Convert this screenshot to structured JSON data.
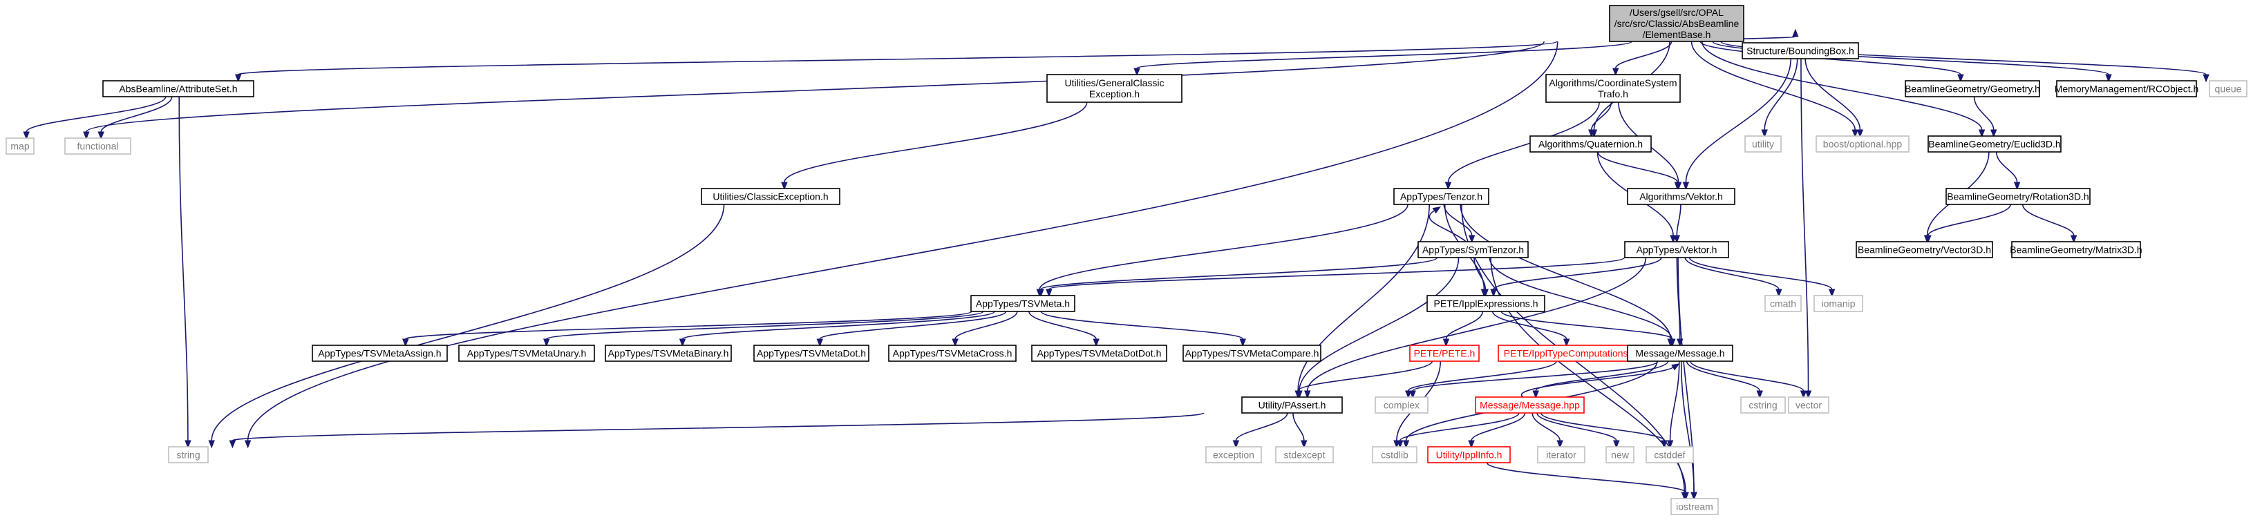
{
  "colors": {
    "edge": "#191970",
    "root_fill": "#bfbfbf",
    "border": "#000000",
    "system_border": "#bfbfbf",
    "truncated": "#ff0000"
  },
  "nodes": [
    {
      "id": "root",
      "label": "/Users/gsell/src/OPAL\n/src/src/Classic/AbsBeamline\n/ElementBase.h",
      "kind": "root"
    },
    {
      "id": "map",
      "label": "map",
      "kind": "system"
    },
    {
      "id": "attrset",
      "label": "AbsBeamline/AttributeSet.h",
      "kind": "file"
    },
    {
      "id": "functional",
      "label": "functional",
      "kind": "system"
    },
    {
      "id": "string",
      "label": "string",
      "kind": "system"
    },
    {
      "id": "genexc",
      "label": "Utilities/GeneralClassic\nException.h",
      "kind": "file"
    },
    {
      "id": "clsexc",
      "label": "Utilities/ClassicException.h",
      "kind": "file"
    },
    {
      "id": "coordtrafo",
      "label": "Algorithms/CoordinateSystem\nTrafo.h",
      "kind": "file"
    },
    {
      "id": "quaternion",
      "label": "Algorithms/Quaternion.h",
      "kind": "file"
    },
    {
      "id": "algvektor",
      "label": "Algorithms/Vektor.h",
      "kind": "file"
    },
    {
      "id": "tenzor",
      "label": "AppTypes/Tenzor.h",
      "kind": "file"
    },
    {
      "id": "symtenzor",
      "label": "AppTypes/SymTenzor.h",
      "kind": "file"
    },
    {
      "id": "appvektor",
      "label": "AppTypes/Vektor.h",
      "kind": "file"
    },
    {
      "id": "tsvmeta",
      "label": "AppTypes/TSVMeta.h",
      "kind": "file"
    },
    {
      "id": "tsvassign",
      "label": "AppTypes/TSVMetaAssign.h",
      "kind": "file"
    },
    {
      "id": "tsvunary",
      "label": "AppTypes/TSVMetaUnary.h",
      "kind": "file"
    },
    {
      "id": "tsvbinary",
      "label": "AppTypes/TSVMetaBinary.h",
      "kind": "file"
    },
    {
      "id": "tsvdot",
      "label": "AppTypes/TSVMetaDot.h",
      "kind": "file"
    },
    {
      "id": "tsvcross",
      "label": "AppTypes/TSVMetaCross.h",
      "kind": "file"
    },
    {
      "id": "tsvdotdot",
      "label": "AppTypes/TSVMetaDotDot.h",
      "kind": "file"
    },
    {
      "id": "tsvcompare",
      "label": "AppTypes/TSVMetaCompare.h",
      "kind": "file"
    },
    {
      "id": "ipplexpr",
      "label": "PETE/IpplExpressions.h",
      "kind": "file"
    },
    {
      "id": "pete",
      "label": "PETE/PETE.h",
      "kind": "truncated"
    },
    {
      "id": "ippltypecomp",
      "label": "PETE/IpplTypeComputations.h",
      "kind": "truncated"
    },
    {
      "id": "message",
      "label": "Message/Message.h",
      "kind": "file"
    },
    {
      "id": "messagehpp",
      "label": "Message/Message.hpp",
      "kind": "truncated"
    },
    {
      "id": "ipplinfo",
      "label": "Utility/IpplInfo.h",
      "kind": "truncated"
    },
    {
      "id": "passert",
      "label": "Utility/PAssert.h",
      "kind": "file"
    },
    {
      "id": "exception",
      "label": "exception",
      "kind": "system"
    },
    {
      "id": "stdexcept",
      "label": "stdexcept",
      "kind": "system"
    },
    {
      "id": "complex",
      "label": "complex",
      "kind": "system"
    },
    {
      "id": "cstring",
      "label": "cstring",
      "kind": "system"
    },
    {
      "id": "cstdlib",
      "label": "cstdlib",
      "kind": "system"
    },
    {
      "id": "iterator",
      "label": "iterator",
      "kind": "system"
    },
    {
      "id": "new",
      "label": "new",
      "kind": "system"
    },
    {
      "id": "cstddef",
      "label": "cstddef",
      "kind": "system"
    },
    {
      "id": "vector",
      "label": "vector",
      "kind": "system"
    },
    {
      "id": "iostream",
      "label": "iostream",
      "kind": "system"
    },
    {
      "id": "cmath",
      "label": "cmath",
      "kind": "system"
    },
    {
      "id": "iomanip",
      "label": "iomanip",
      "kind": "system"
    },
    {
      "id": "boundingbox",
      "label": "Structure/BoundingBox.h",
      "kind": "file"
    },
    {
      "id": "utility",
      "label": "utility",
      "kind": "system"
    },
    {
      "id": "boostopt",
      "label": "boost/optional.hpp",
      "kind": "system"
    },
    {
      "id": "geometry",
      "label": "BeamlineGeometry/Geometry.h",
      "kind": "file"
    },
    {
      "id": "euclid3d",
      "label": "BeamlineGeometry/Euclid3D.h",
      "kind": "file"
    },
    {
      "id": "rotation3d",
      "label": "BeamlineGeometry/Rotation3D.h",
      "kind": "file"
    },
    {
      "id": "vector3d",
      "label": "BeamlineGeometry/Vector3D.h",
      "kind": "file"
    },
    {
      "id": "matrix3d",
      "label": "BeamlineGeometry/Matrix3D.h",
      "kind": "file"
    },
    {
      "id": "rcobject",
      "label": "MemoryManagement/RCObject.h",
      "kind": "file"
    },
    {
      "id": "queue",
      "label": "queue",
      "kind": "system"
    }
  ],
  "edges": [
    [
      "root",
      "map"
    ],
    [
      "root",
      "attrset"
    ],
    [
      "root",
      "string"
    ],
    [
      "root",
      "genexc"
    ],
    [
      "root",
      "coordtrafo"
    ],
    [
      "root",
      "quaternion"
    ],
    [
      "root",
      "boundingbox"
    ],
    [
      "root",
      "boostopt"
    ],
    [
      "root",
      "geometry"
    ],
    [
      "root",
      "euclid3d"
    ],
    [
      "root",
      "rcobject"
    ],
    [
      "root",
      "queue"
    ],
    [
      "attrset",
      "map"
    ],
    [
      "attrset",
      "functional"
    ],
    [
      "attrset",
      "string"
    ],
    [
      "genexc",
      "clsexc"
    ],
    [
      "clsexc",
      "string"
    ],
    [
      "coordtrafo",
      "tenzor"
    ],
    [
      "coordtrafo",
      "quaternion"
    ],
    [
      "coordtrafo",
      "algvektor"
    ],
    [
      "quaternion",
      "algvektor"
    ],
    [
      "quaternion",
      "appvektor"
    ],
    [
      "algvektor",
      "appvektor"
    ],
    [
      "tenzor",
      "symtenzor"
    ],
    [
      "tenzor",
      "tsvmeta"
    ],
    [
      "tenzor",
      "ipplexpr"
    ],
    [
      "tenzor",
      "message"
    ],
    [
      "tenzor",
      "passert"
    ],
    [
      "tenzor",
      "iostream"
    ],
    [
      "symtenzor",
      "tenzor"
    ],
    [
      "symtenzor",
      "tsvmeta"
    ],
    [
      "symtenzor",
      "ipplexpr"
    ],
    [
      "symtenzor",
      "message"
    ],
    [
      "symtenzor",
      "passert"
    ],
    [
      "symtenzor",
      "iostream"
    ],
    [
      "appvektor",
      "tsvmeta"
    ],
    [
      "appvektor",
      "ipplexpr"
    ],
    [
      "appvektor",
      "message"
    ],
    [
      "appvektor",
      "passert"
    ],
    [
      "appvektor",
      "cmath"
    ],
    [
      "appvektor",
      "iomanip"
    ],
    [
      "appvektor",
      "iostream"
    ],
    [
      "tsvmeta",
      "tsvassign"
    ],
    [
      "tsvmeta",
      "tsvunary"
    ],
    [
      "tsvmeta",
      "tsvbinary"
    ],
    [
      "tsvmeta",
      "tsvdot"
    ],
    [
      "tsvmeta",
      "tsvcross"
    ],
    [
      "tsvmeta",
      "tsvdotdot"
    ],
    [
      "tsvmeta",
      "tsvcompare"
    ],
    [
      "ipplexpr",
      "pete"
    ],
    [
      "ipplexpr",
      "ippltypecomp"
    ],
    [
      "ipplexpr",
      "message"
    ],
    [
      "pete",
      "passert"
    ],
    [
      "pete",
      "cstdlib"
    ],
    [
      "ippltypecomp",
      "complex"
    ],
    [
      "message",
      "complex"
    ],
    [
      "message",
      "cstring"
    ],
    [
      "message",
      "messagehpp"
    ],
    [
      "message",
      "vector"
    ],
    [
      "message",
      "cstddef"
    ],
    [
      "message",
      "iostream"
    ],
    [
      "message",
      "cstdlib"
    ],
    [
      "messagehpp",
      "message"
    ],
    [
      "messagehpp",
      "cstdlib"
    ],
    [
      "messagehpp",
      "ipplinfo"
    ],
    [
      "messagehpp",
      "iterator"
    ],
    [
      "messagehpp",
      "new"
    ],
    [
      "messagehpp",
      "cstddef"
    ],
    [
      "ipplinfo",
      "iostream"
    ],
    [
      "passert",
      "exception"
    ],
    [
      "passert",
      "stdexcept"
    ],
    [
      "passert",
      "string"
    ],
    [
      "boundingbox",
      "utility"
    ],
    [
      "boundingbox",
      "boostopt"
    ],
    [
      "boundingbox",
      "algvektor"
    ],
    [
      "boundingbox",
      "vector"
    ],
    [
      "geometry",
      "euclid3d"
    ],
    [
      "euclid3d",
      "rotation3d"
    ],
    [
      "euclid3d",
      "vector3d"
    ],
    [
      "rotation3d",
      "vector3d"
    ],
    [
      "rotation3d",
      "matrix3d"
    ]
  ]
}
